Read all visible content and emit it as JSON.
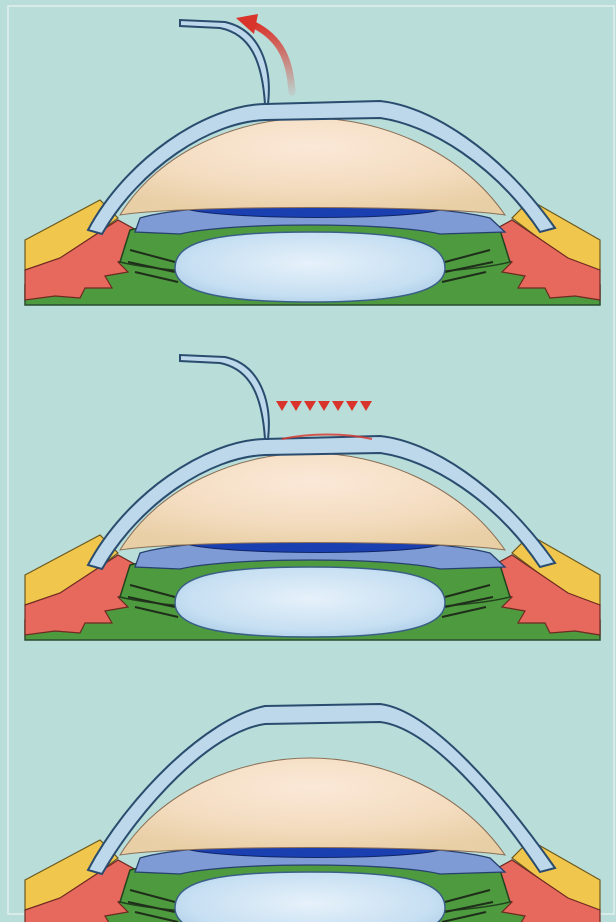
{
  "figure": {
    "panel_count": 3,
    "panels": [
      {
        "step": 1,
        "flap": "lifted",
        "laser": false,
        "arrow": "curved-lift-arrow"
      },
      {
        "step": 2,
        "flap": "lifted",
        "laser": true,
        "laser_arrow_count": 7
      },
      {
        "step": 3,
        "flap": "replaced",
        "laser": false
      }
    ],
    "colors": {
      "background": "#b9ddd9",
      "cornea": "#bcd8ea",
      "anterior_chamber": "#f1dcc0",
      "iris": "#7f9bd6",
      "pupil_band": "#1a3fb0",
      "lens": "#c9e1f3",
      "ciliary_green": "#4e9a3e",
      "sclera_yellow": "#f1c64c",
      "ciliary_red": "#e7685c",
      "outline": "#2a4c6e",
      "arrow_red": "#d9342b"
    }
  }
}
